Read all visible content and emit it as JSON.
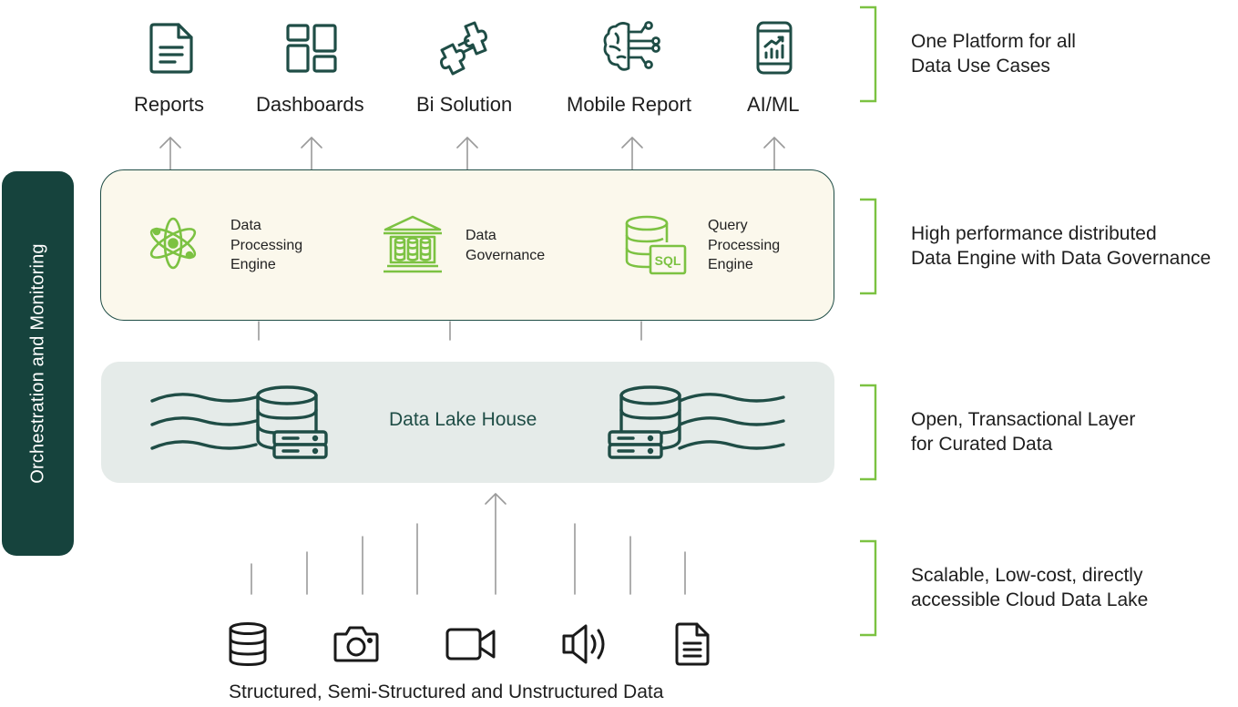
{
  "use_cases": {
    "items": [
      {
        "label": "Reports",
        "icon": "document-icon"
      },
      {
        "label": "Dashboards",
        "icon": "dashboard-grid-icon"
      },
      {
        "label": "Bi Solution",
        "icon": "puzzle-icon"
      },
      {
        "label": "Mobile Report",
        "icon": "brain-circuit-icon"
      },
      {
        "label": "AI/ML",
        "icon": "mobile-chart-icon"
      }
    ]
  },
  "orchestration": {
    "label": "Orchestration and Monitoring"
  },
  "engine_layer": {
    "items": [
      {
        "line1": "Data",
        "line2": "Processing",
        "line3": "Engine",
        "icon": "atom-icon"
      },
      {
        "line1": "Data",
        "line2": "Governance",
        "icon": "bank-database-icon"
      },
      {
        "line1": "Query",
        "line2": "Processing",
        "line3": "Engine",
        "icon": "sql-database-icon"
      }
    ]
  },
  "lake_layer": {
    "label": "Data Lake House",
    "icons": [
      "waves-database-server-icon",
      "database-server-waves-icon"
    ]
  },
  "sources": {
    "caption": "Structured, Semi-Structured and Unstructured Data",
    "icons": [
      "database-icon",
      "camera-icon",
      "video-camera-icon",
      "speaker-icon",
      "file-text-icon"
    ]
  },
  "side_labels": {
    "l1": {
      "line1": "One Platform for all",
      "line2": "Data Use Cases"
    },
    "l2": {
      "line1": "High performance distributed",
      "line2": "Data Engine with Data Governance"
    },
    "l3": {
      "line1": "Open, Transactional Layer",
      "line2": "for Curated Data"
    },
    "l4": {
      "line1": "Scalable, Low-cost, directly",
      "line2": "accessible Cloud Data Lake"
    }
  },
  "colors": {
    "dark_green": "#1f4d46",
    "orchestration_bg": "#16433d",
    "lime": "#7cc242",
    "engine_bg": "#fbf8ec",
    "lake_bg": "#e5ebe9",
    "connector_gray": "#9a9a9a"
  }
}
